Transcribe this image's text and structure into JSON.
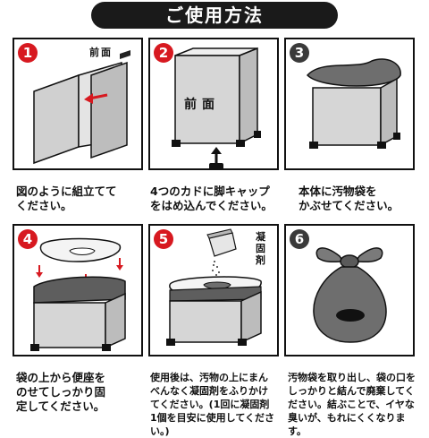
{
  "title": "ご使用方法",
  "steps": [
    {
      "number": "1",
      "label": "前面",
      "caption": "図のように組立てて\nください。"
    },
    {
      "number": "2",
      "label": "前面",
      "caption": "4つのカドに脚キャップ\nをはめ込んでください。"
    },
    {
      "number": "3",
      "caption": "本体に汚物袋を\nかぶせてください。"
    },
    {
      "number": "4",
      "caption": "袋の上から便座を\nのせてしっかり固\n定してください。"
    },
    {
      "number": "5",
      "label": "凝\n固\n剤",
      "caption": "使用後は、汚物の上にまん\nべんなく凝固剤をふりかけ\nてください。(1回に凝固剤\n1個を目安に使用してください。)"
    },
    {
      "number": "6",
      "caption": "汚物袋を取り出し、袋の口を\nしっかりと結んで廃棄してく\nださい。結ぶことで、イヤな\n臭いが、もれにくくなります。"
    }
  ],
  "colors": {
    "title_bg": "#1a1a1a",
    "num_red": "#d71920",
    "num_dark": "#3a3a3a",
    "box_gray": "#d0d0d0",
    "bag_gray": "#6e6e6e"
  }
}
